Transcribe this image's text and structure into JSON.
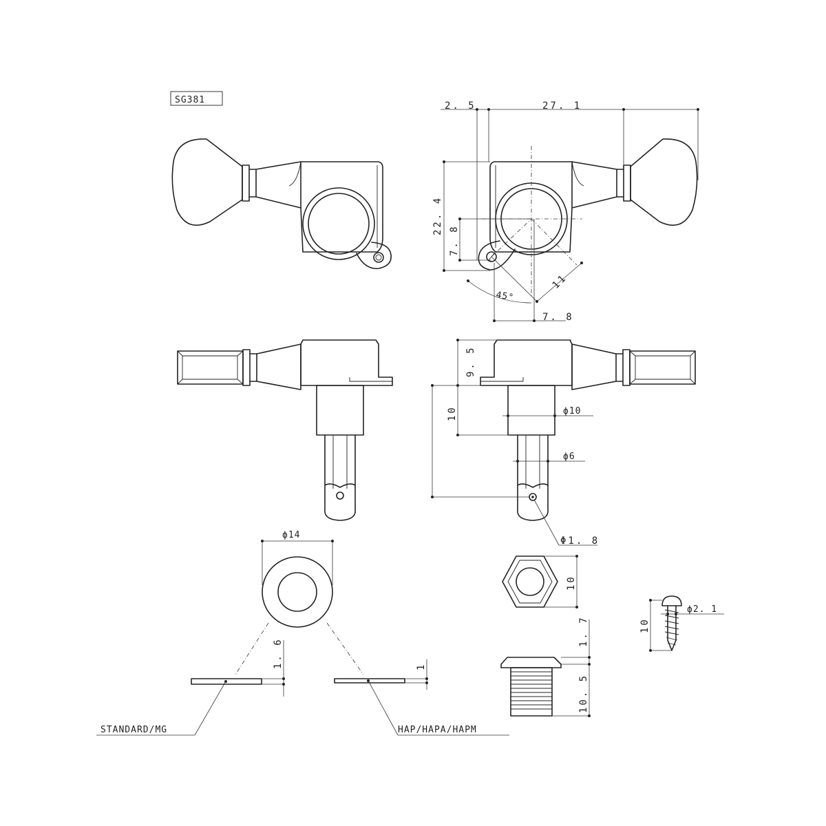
{
  "model": "SG381",
  "dimensions": {
    "post_offset": "2. 5",
    "overall_width": "27. 1",
    "body_height": "22. 4",
    "screw_hole_offset_v": "7. 8",
    "screw_hole_offset_h": "7. 8",
    "screw_distance": "11",
    "angle": "45°",
    "housing_height": "9. 5",
    "bushing_length": "10",
    "bushing_dia": "ϕ10",
    "post_dia": "ϕ6",
    "string_hole_dia": "Φ1. 8",
    "washer_dia": "ϕ14",
    "washer_thickness_standard": "1. 6",
    "washer_thickness_hap": "1",
    "nut_width": "10",
    "nut_flange": "1. 7",
    "nut_length": "10. 5",
    "screw_dia": "ϕ2. 1",
    "screw_length": "10"
  },
  "labels": {
    "washer_standard": "STANDARD/MG",
    "washer_hap": "HAP/HAPA/HAPM"
  }
}
